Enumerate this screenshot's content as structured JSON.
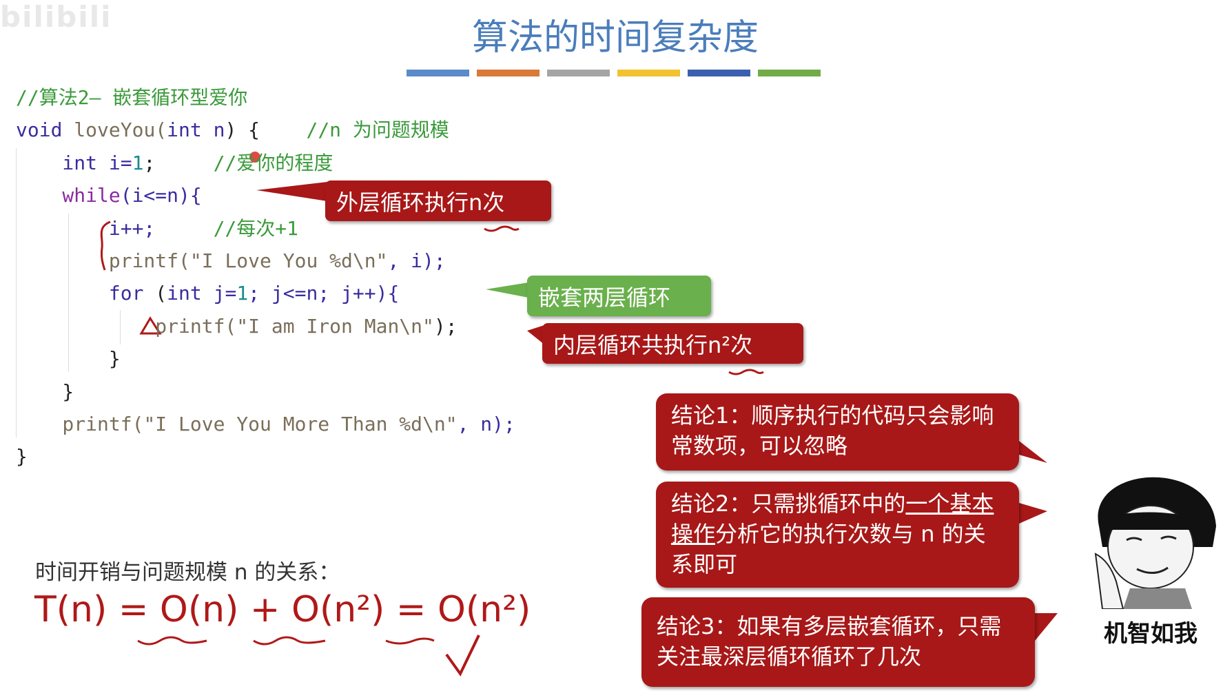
{
  "watermark": "bilibili",
  "title": "算法的时间复杂度",
  "colors": {
    "bars": [
      "#5b8bc9",
      "#d9793a",
      "#a5a5a5",
      "#f2c230",
      "#3d5fb0",
      "#72ac48"
    ],
    "callout_red": "#a81818",
    "callout_green": "#6ab04c"
  },
  "code": [
    [
      {
        "t": "//算法2— 嵌套循环型爱你",
        "c": "cm"
      }
    ],
    [
      {
        "t": "void",
        "c": "kw"
      },
      {
        "t": " loveYou(",
        "c": "pl"
      },
      {
        "t": "int",
        "c": "kw"
      },
      {
        "t": " n",
        "c": "kw"
      },
      {
        "t": ") {    ",
        "c": "pu"
      },
      {
        "t": "//n 为问题规模",
        "c": "cm"
      }
    ],
    [
      {
        "t": "    int",
        "c": "kw"
      },
      {
        "t": " i=",
        "c": "kw"
      },
      {
        "t": "1",
        "c": "nm"
      },
      {
        "t": ";     ",
        "c": "pu"
      },
      {
        "t": "//爱你的程度",
        "c": "cm"
      }
    ],
    [
      {
        "t": "    while",
        "c": "wh"
      },
      {
        "t": "(i<=n){",
        "c": "kw"
      }
    ],
    [
      {
        "t": "        i++;     ",
        "c": "kw"
      },
      {
        "t": "//每次+1",
        "c": "cm"
      }
    ],
    [
      {
        "t": "        printf(",
        "c": "pl"
      },
      {
        "t": "\"I Love You %d\\n\"",
        "c": "st"
      },
      {
        "t": ", i);",
        "c": "kw"
      }
    ],
    [
      {
        "t": "        for",
        "c": "kw"
      },
      {
        "t": " (",
        "c": "pu"
      },
      {
        "t": "int",
        "c": "kw"
      },
      {
        "t": " j=",
        "c": "kw"
      },
      {
        "t": "1",
        "c": "nm"
      },
      {
        "t": "; j<=n; j++){",
        "c": "kw"
      }
    ],
    [
      {
        "t": "            printf(",
        "c": "pl"
      },
      {
        "t": "\"I am Iron Man\\n\"",
        "c": "st"
      },
      {
        "t": ");",
        "c": "pu"
      }
    ],
    [
      {
        "t": "        }",
        "c": "pu"
      }
    ],
    [
      {
        "t": "    }",
        "c": "pu"
      }
    ],
    [
      {
        "t": "    printf(",
        "c": "pl"
      },
      {
        "t": "\"I Love You More Than %d\\n\"",
        "c": "st"
      },
      {
        "t": ", n);",
        "c": "kw"
      }
    ],
    [
      {
        "t": "}",
        "c": "pu"
      }
    ]
  ],
  "callouts": {
    "outer": "外层循环执行n次",
    "nested": "嵌套两层循环",
    "inner": "内层循环共执行n²次"
  },
  "conclusions": {
    "c1": "结论1：顺序执行的代码只会影响常数项，可以忽略",
    "c2_a": "结论2：只需挑循环中的",
    "c2_u": "一个基本操作",
    "c2_b": "分析它的执行次数与 n 的关系即可",
    "c3": "结论3：如果有多层嵌套循环，只需关注最深层循环循环了几次"
  },
  "meme_caption": "机智如我",
  "relation_label": "时间开销与问题规模 n 的关系：",
  "formula": "T(n) = O(n) + O(n²) = O(n²)"
}
